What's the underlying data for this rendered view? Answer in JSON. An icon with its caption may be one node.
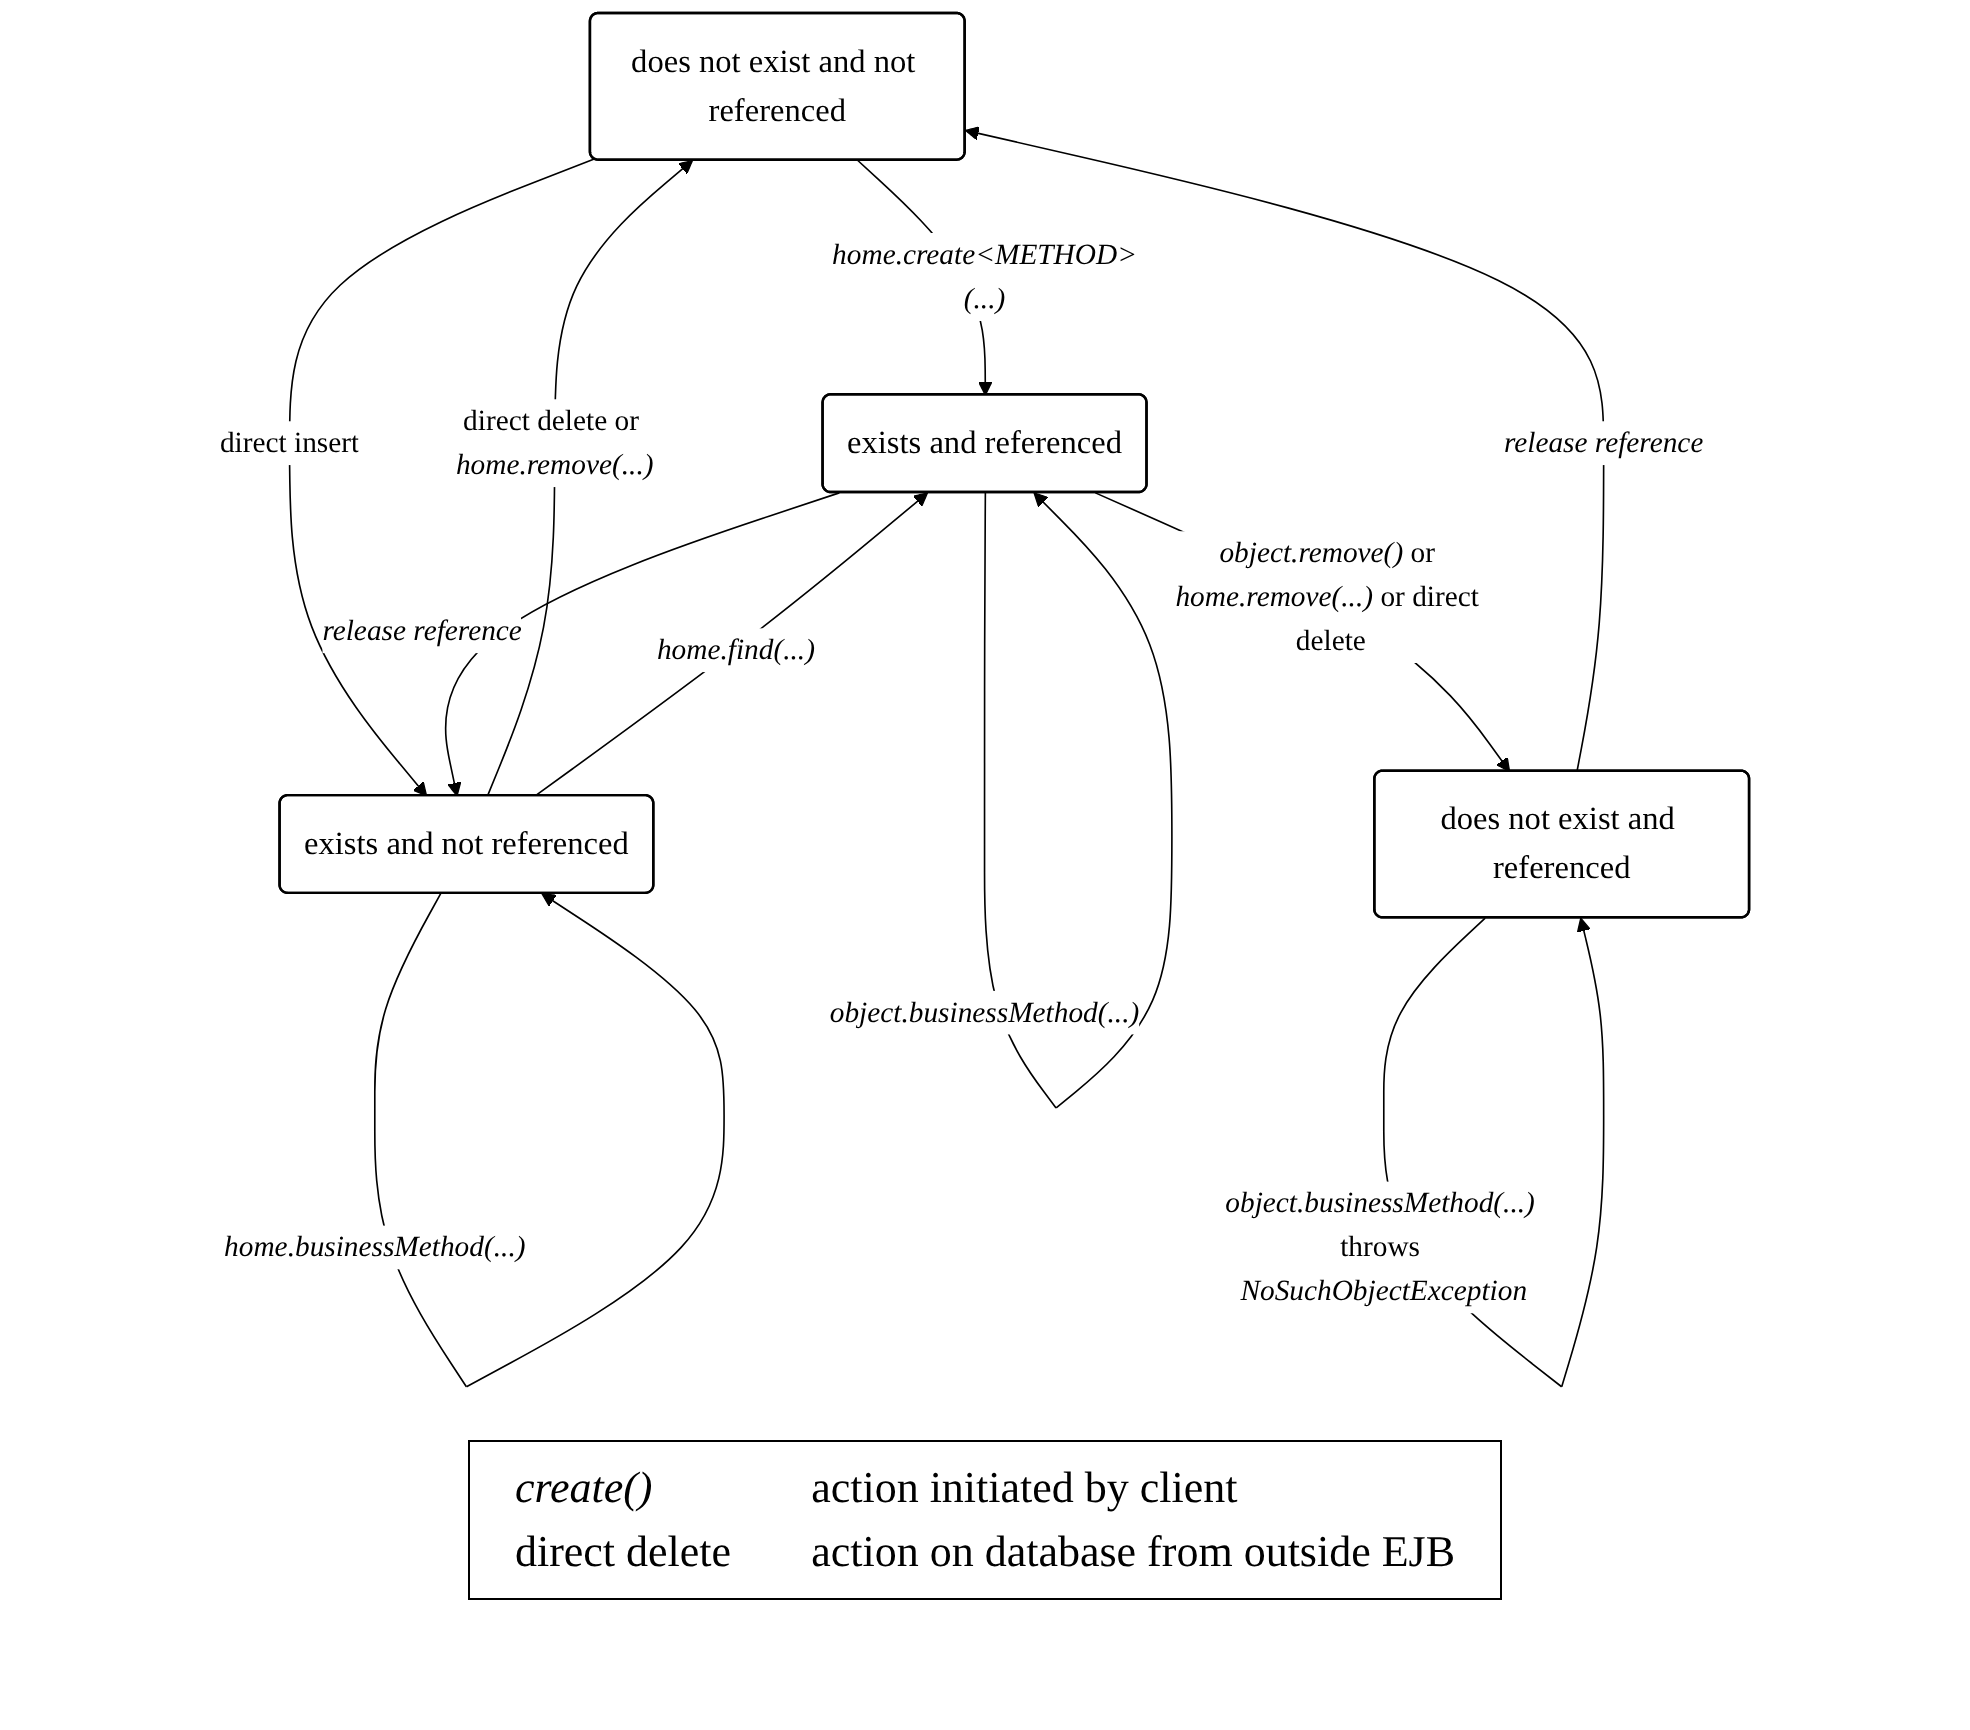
{
  "diagram": {
    "nodes": [
      {
        "text": [
          "does not exist and not referenced"
        ]
      },
      {
        "text": [
          "does not exist and referenced"
        ]
      },
      {
        "text": [
          "exists and not referenced"
        ]
      },
      {
        "text": [
          "exists and referenced"
        ]
      }
    ],
    "edges": [
      {
        "from": 1,
        "to": 0,
        "arrow": "to",
        "label": "release reference"
      },
      {
        "from": 0,
        "to": 3,
        "arrow": "to",
        "label": "home.create<METHOD>(...)"
      },
      {
        "from": 0,
        "to": 2,
        "arrow": "to",
        "label": "direct insert"
      },
      {
        "from": 2,
        "to": 0,
        "arrow": "to",
        "label": "direct delete or *home.remove(...)*"
      },
      {
        "from": 2,
        "to": 3,
        "arrow": "to",
        "label": "home.find(...)"
      },
      {
        "from": 3,
        "to": 2,
        "arrow": "to",
        "label": "release reference"
      },
      {
        "from": 3,
        "to": 1,
        "arrow": "to",
        "label": "*object.remove()* or *home.remove(...)* or direct delete"
      },
      {
        "from": 1,
        "to": 1,
        "arrow": "to",
        "label": "*object.businessMethod(...)* throws *NoSuchObjectException*"
      },
      {
        "from": 2,
        "to": 2,
        "arrow": "to",
        "label": "home.businessMethod(...)"
      },
      {
        "from": 3,
        "to": 3,
        "arrow": "to",
        "label": "object.businessMethod(...)"
      }
    ],
    "labels": [
      "create()",
      "action initiated by client",
      "direct delete",
      "action on database from outside EJB"
    ]
  }
}
